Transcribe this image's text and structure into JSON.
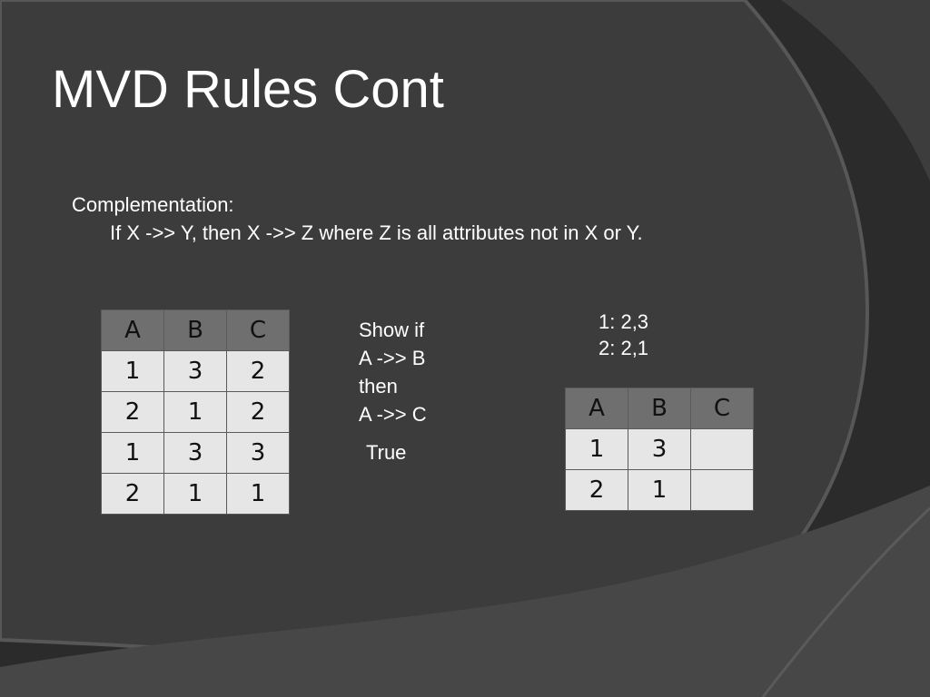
{
  "slide": {
    "title": "MVD Rules Cont",
    "rule_heading": "Complementation:",
    "rule_body": "If X ->> Y, then X ->> Z where Z is all attributes not in X or Y.",
    "question": [
      "Show if",
      "A ->> B",
      "then",
      "A ->> C"
    ],
    "answer": "True",
    "mapping": [
      "1: 2,3",
      "2: 2,1"
    ]
  },
  "table1": {
    "headers": [
      "A",
      "B",
      "C"
    ],
    "rows": [
      [
        "1",
        "3",
        "2"
      ],
      [
        "2",
        "1",
        "2"
      ],
      [
        "1",
        "3",
        "3"
      ],
      [
        "2",
        "1",
        "1"
      ]
    ]
  },
  "table2": {
    "headers": [
      "A",
      "B",
      "C"
    ],
    "rows": [
      [
        "1",
        "3",
        ""
      ],
      [
        "2",
        "1",
        ""
      ]
    ]
  },
  "colors": {
    "background": "#2b2b2b",
    "panel": "#3c3c3c",
    "header_cell": "#6f6f6f",
    "body_cell": "#e6e6e6",
    "text": "#ffffff"
  }
}
